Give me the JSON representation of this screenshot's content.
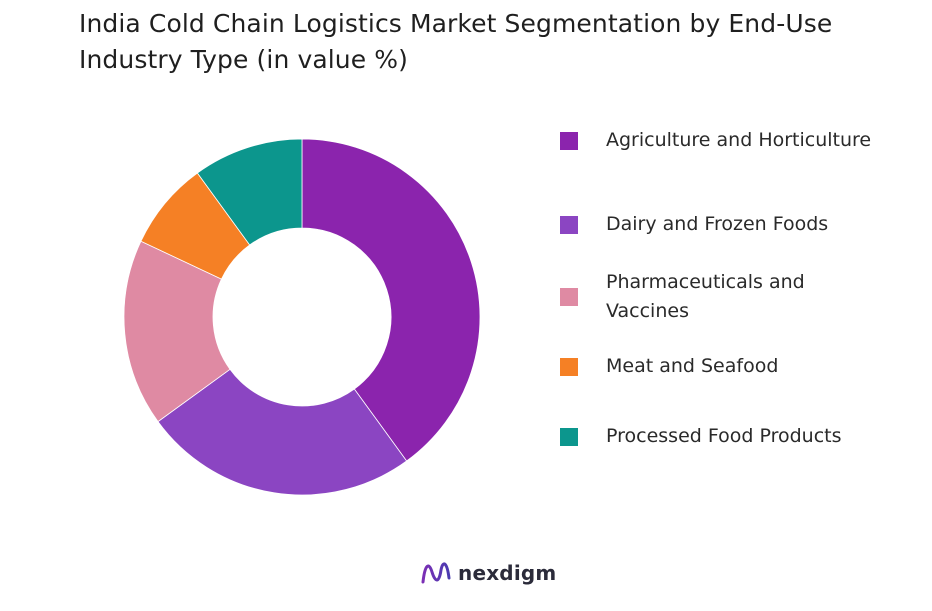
{
  "chart_data": {
    "type": "pie",
    "title": "India Cold Chain Logistics Market Segmentation by End-Use Industry Type (in value %)",
    "donut": true,
    "legend_position": "right",
    "categories": [
      "Agriculture and Horticulture",
      "Dairy and Frozen Foods",
      "Pharmaceuticals and Vaccines",
      "Meat and Seafood",
      "Processed Food Products"
    ],
    "values": [
      40,
      25,
      17,
      8,
      10
    ],
    "colors": [
      "#8b24ad",
      "#8b45c2",
      "#df8aa3",
      "#f58025",
      "#0c968d"
    ]
  },
  "logo": {
    "text": "nexdigm",
    "icon": "nexdigm-wave-icon"
  }
}
